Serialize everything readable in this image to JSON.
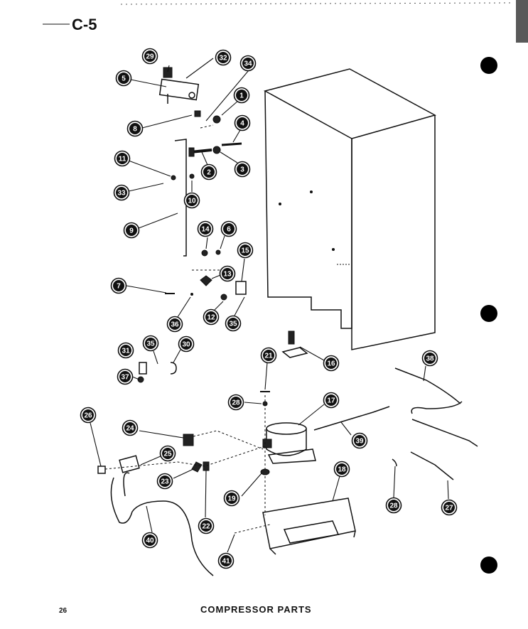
{
  "page_code": "C-5",
  "page_number": "26",
  "caption": "COMPRESSOR PARTS",
  "callouts": [
    {
      "id": "c29a",
      "label": "29"
    },
    {
      "id": "c32",
      "label": "32"
    },
    {
      "id": "c34",
      "label": "34"
    },
    {
      "id": "c5",
      "label": "5"
    },
    {
      "id": "c1",
      "label": "1"
    },
    {
      "id": "c4",
      "label": "4"
    },
    {
      "id": "c8",
      "label": "8"
    },
    {
      "id": "c2",
      "label": "2"
    },
    {
      "id": "c3",
      "label": "3"
    },
    {
      "id": "c11",
      "label": "11"
    },
    {
      "id": "c33",
      "label": "33"
    },
    {
      "id": "c10",
      "label": "10"
    },
    {
      "id": "c9",
      "label": "9"
    },
    {
      "id": "c14",
      "label": "14"
    },
    {
      "id": "c6",
      "label": "6"
    },
    {
      "id": "c15",
      "label": "15"
    },
    {
      "id": "c13",
      "label": "13"
    },
    {
      "id": "c7",
      "label": "7"
    },
    {
      "id": "c12",
      "label": "12"
    },
    {
      "id": "c36",
      "label": "36"
    },
    {
      "id": "c35a",
      "label": "35"
    },
    {
      "id": "c35b",
      "label": "35"
    },
    {
      "id": "c31",
      "label": "31"
    },
    {
      "id": "c30",
      "label": "30"
    },
    {
      "id": "c37",
      "label": "37"
    },
    {
      "id": "c16",
      "label": "16"
    },
    {
      "id": "c21",
      "label": "21"
    },
    {
      "id": "c38",
      "label": "38"
    },
    {
      "id": "c17",
      "label": "17"
    },
    {
      "id": "c28a",
      "label": "28"
    },
    {
      "id": "c26",
      "label": "26"
    },
    {
      "id": "c24",
      "label": "24"
    },
    {
      "id": "c25",
      "label": "25"
    },
    {
      "id": "c39",
      "label": "39"
    },
    {
      "id": "c23",
      "label": "23"
    },
    {
      "id": "c18",
      "label": "18"
    },
    {
      "id": "c19",
      "label": "19"
    },
    {
      "id": "c22",
      "label": "22"
    },
    {
      "id": "c28b",
      "label": "28"
    },
    {
      "id": "c27",
      "label": "27"
    },
    {
      "id": "c40",
      "label": "40"
    },
    {
      "id": "c41",
      "label": "41"
    }
  ]
}
